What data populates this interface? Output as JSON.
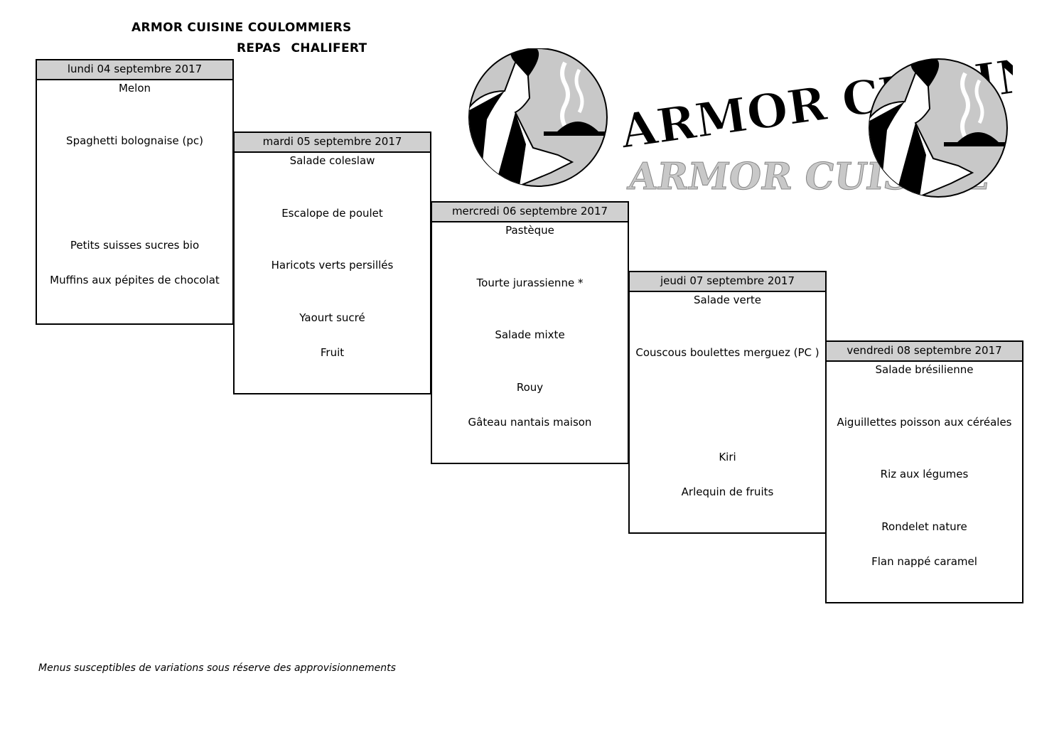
{
  "header": {
    "title": "ARMOR CUISINE COULOMMIERS",
    "subtitle_word1": "REPAS",
    "subtitle_word2": "CHALIFERT"
  },
  "logo": {
    "text": "ARMOR CUISINE",
    "icon": "waiter-with-cloche-icon"
  },
  "days": [
    {
      "date": "lundi 04 septembre 2017",
      "items": [
        {
          "name": "Melon",
          "slot": 0
        },
        {
          "name": "Spaghetti bolognaise (pc)",
          "slot": 1.5
        },
        {
          "name": "Petits suisses sucres bio",
          "slot": 4.5
        },
        {
          "name": "Muffins aux pépites de chocolat",
          "slot": 5.5
        }
      ]
    },
    {
      "date": "mardi 05 septembre 2017",
      "items": [
        {
          "name": "Salade coleslaw",
          "slot": 0
        },
        {
          "name": "Escalope de poulet",
          "slot": 1.5
        },
        {
          "name": "Haricots verts persillés",
          "slot": 3
        },
        {
          "name": "Yaourt sucré",
          "slot": 4.5
        },
        {
          "name": "Fruit",
          "slot": 5.5
        }
      ]
    },
    {
      "date": "mercredi 06 septembre 2017",
      "items": [
        {
          "name": "Pastèque",
          "slot": 0
        },
        {
          "name": "Tourte jurassienne *",
          "slot": 1.5
        },
        {
          "name": "Salade mixte",
          "slot": 3
        },
        {
          "name": "Rouy",
          "slot": 4.5
        },
        {
          "name": "Gâteau nantais maison",
          "slot": 5.5
        }
      ]
    },
    {
      "date": "jeudi 07 septembre 2017",
      "items": [
        {
          "name": "Salade verte",
          "slot": 0
        },
        {
          "name": "Couscous boulettes merguez (PC )",
          "slot": 1.5
        },
        {
          "name": "Kiri",
          "slot": 4.5
        },
        {
          "name": "Arlequin de fruits",
          "slot": 5.5
        }
      ]
    },
    {
      "date": "vendredi 08 septembre 2017",
      "items": [
        {
          "name": "Salade brésilienne",
          "slot": 0
        },
        {
          "name": "Aiguillettes  poisson aux céréales",
          "slot": 1.5
        },
        {
          "name": "Riz aux légumes",
          "slot": 3
        },
        {
          "name": "Rondelet nature",
          "slot": 4.5
        },
        {
          "name": "Flan nappé caramel",
          "slot": 5.5
        }
      ]
    }
  ],
  "footer": {
    "note": "Menus susceptibles de variations sous réserve des approvisionnements"
  }
}
